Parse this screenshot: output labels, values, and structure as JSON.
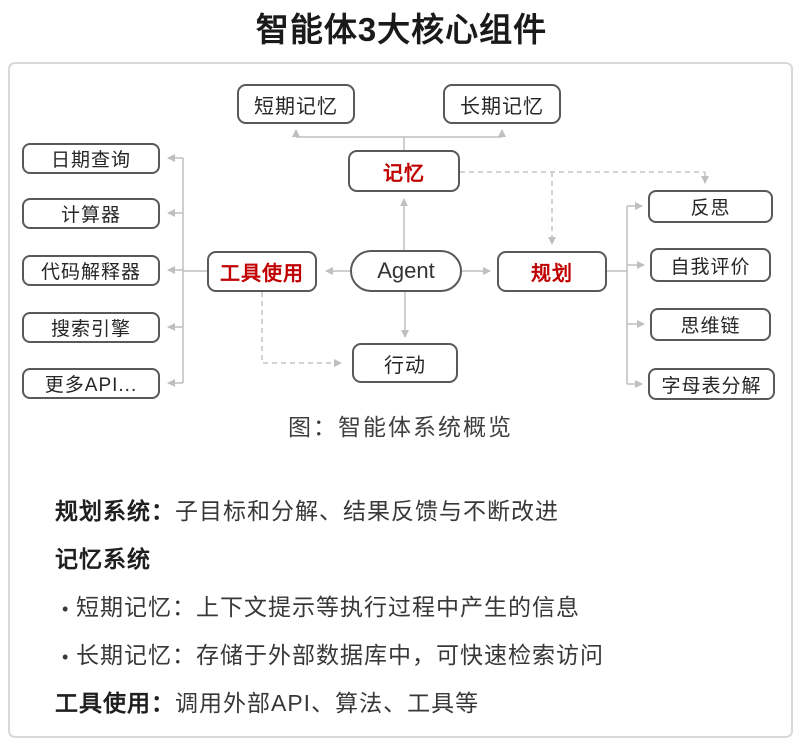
{
  "title": "智能体3大核心组件",
  "colors": {
    "accent_red": "#C00000",
    "node_border": "#595959",
    "connector_gray": "#BFBFBF",
    "container_border": "#D9D9D9"
  },
  "diagram": {
    "caption": "图：智能体系统概览",
    "nodes": {
      "short_term_memory": "短期记忆",
      "long_term_memory": "长期记忆",
      "memory": "记忆",
      "agent": "Agent",
      "tool_use": "工具使用",
      "planning": "规划",
      "action": "行动",
      "date_query": "日期查询",
      "calculator": "计算器",
      "code_interpreter": "代码解释器",
      "search_engine": "搜索引擎",
      "more_api": "更多API...",
      "reflection": "反思",
      "self_evaluation": "自我评价",
      "chain_of_thought": "思维链",
      "alphabet_decomposition": "字母表分解"
    }
  },
  "notes": {
    "planning": {
      "label": "规划系统：",
      "text": "子目标和分解、结果反馈与不断改进"
    },
    "memory_heading": "记忆系统",
    "bullets": [
      {
        "marker": "•",
        "text": "短期记忆：上下文提示等执行过程中产生的信息"
      },
      {
        "marker": "•",
        "text": "长期记忆：存储于外部数据库中，可快速检索访问"
      }
    ],
    "tool_use": {
      "label": "工具使用：",
      "text": "调用外部API、算法、工具等"
    }
  }
}
